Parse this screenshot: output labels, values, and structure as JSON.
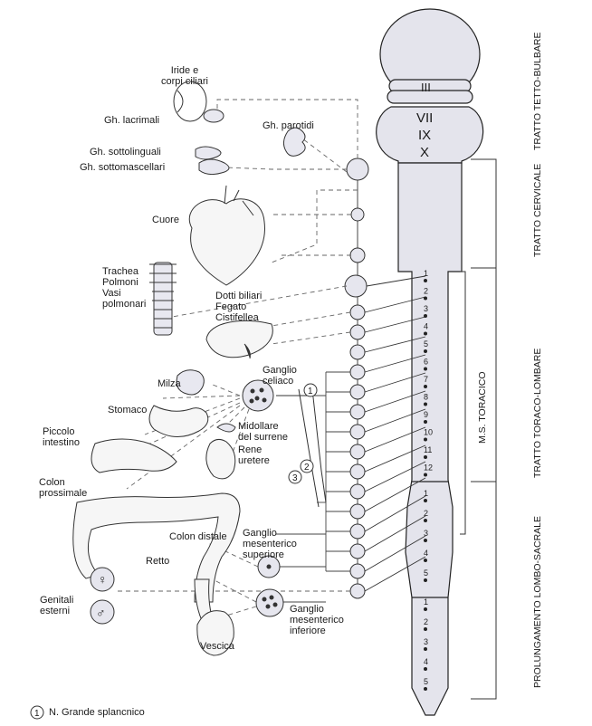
{
  "organs": {
    "iride": "Iride e\ncorpi ciliari",
    "lacrimali": "Gh. lacrimali",
    "parotidi": "Gh. parotidi",
    "sottolinguali": "Gh. sottolinguali",
    "sottomascellari": "Gh. sottomascellari",
    "cuore": "Cuore",
    "trachea": "Trachea\nPolmoni\nVasi\npolmonari",
    "dotti": "Dotti biliari\nFegato\nCistifellea",
    "ganglio_celiaco": "Ganglio\nceliaco",
    "milza": "Milza",
    "stomaco": "Stomaco",
    "piccolo": "Piccolo\nintestino",
    "midollare": "Midollare\ndel surrene",
    "rene": "Rene\nuretere",
    "colon_prossimale": "Colon\nprossimale",
    "colon_distale": "Colon distale",
    "ganglio_sup": "Ganglio\nmesenterico\nsuperiore",
    "retto": "Retto",
    "genitali": "Genitali\nesterni",
    "ganglio_inf": "Ganglio\nmesenterico\ninferiore",
    "vescica": "Vescica"
  },
  "markers": {
    "m1": "1",
    "m2": "2",
    "m3": "3"
  },
  "regions": {
    "tetto": "TRATTO TETTO-BULBARE",
    "cervicale": "TRATTO CERVICALE",
    "toraco": "TRATTO TORACO-LOMBARE",
    "sacrale": "PROLUNGAMENTO LOMBO-SACRALE",
    "ms_toracico": "M.S. TORACICO"
  },
  "nuclei": {
    "n3": "III",
    "n7": "VII",
    "n9": "IX",
    "n10": "X"
  },
  "thoracic": [
    "1",
    "2",
    "3",
    "4",
    "5",
    "6",
    "7",
    "8",
    "9",
    "10",
    "11",
    "12"
  ],
  "lumbar": [
    "1",
    "2",
    "3",
    "4",
    "5"
  ],
  "sacral": [
    "1",
    "2",
    "3",
    "4",
    "5"
  ],
  "legend": {
    "num": "1",
    "text": "N. Grande splancnico"
  }
}
